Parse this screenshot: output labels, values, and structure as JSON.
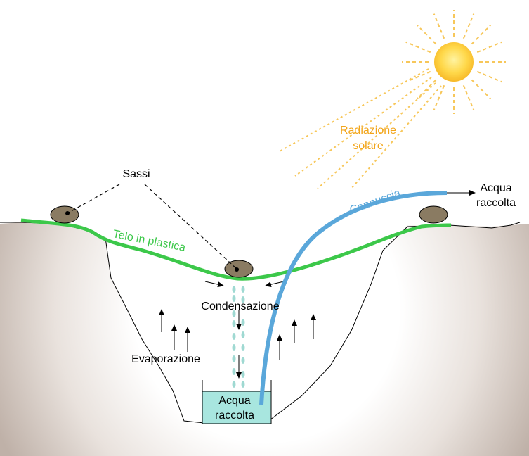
{
  "labels": {
    "sassi": "Sassi",
    "telo": "Telo in plastica",
    "cannuccia": "Cannuccia",
    "radiazione_1": "Radiazione",
    "radiazione_2": "solare",
    "condensazione": "Condensazione",
    "evaporazione": "Evaporazione",
    "acqua_out_1": "Acqua",
    "acqua_out_2": "raccolta",
    "acqua_cup_1": "Acqua",
    "acqua_cup_2": "raccolta"
  },
  "colors": {
    "sheet": "#3cc84a",
    "straw": "#5aa7da",
    "sun_label": "#f2a51a",
    "sun_rays": "#f7c75a",
    "rock": "#8a7b62",
    "water": "#a8e6df",
    "droplet": "#9fd9d2",
    "soil_edge": "#cfc6c0"
  },
  "icons": [
    "sun-icon",
    "rock-icon",
    "arrow-icon"
  ]
}
